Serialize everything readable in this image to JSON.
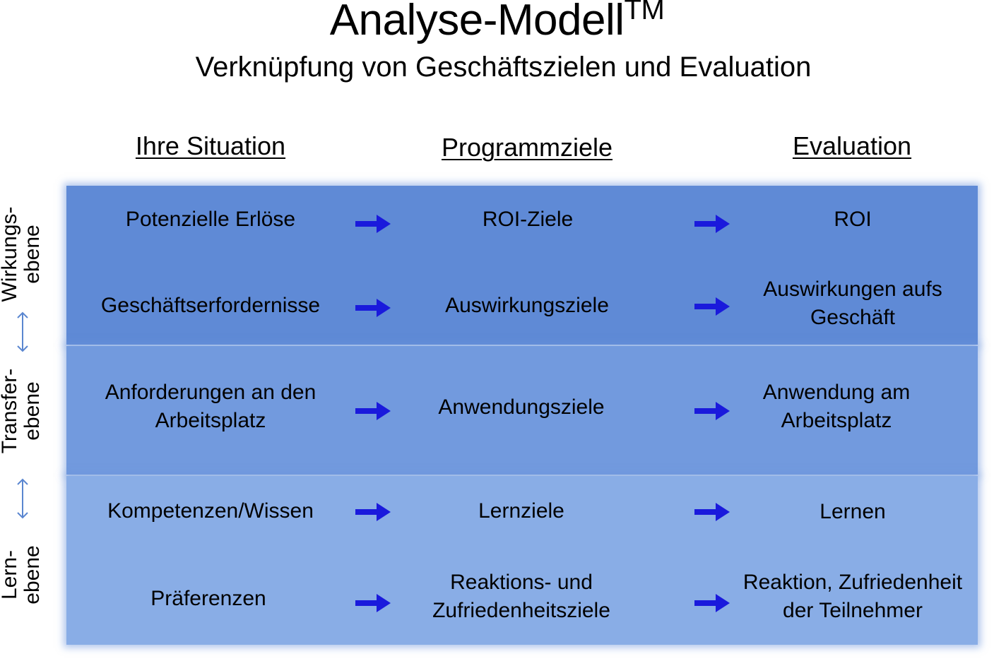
{
  "title": "Analyse-Modell",
  "title_mark": "TM",
  "subtitle": "Verknüpfung von Geschäftszielen und Evaluation",
  "columns": [
    "Ihre Situation",
    "Programmziele",
    "Evaluation"
  ],
  "levels": [
    {
      "line1": "Wirkungs-",
      "line2": "ebene"
    },
    {
      "line1": "Transfer-",
      "line2": "ebene"
    },
    {
      "line1": "Lern-",
      "line2": "ebene"
    }
  ],
  "rows": [
    {
      "situation": [
        "Potenzielle  Erlöse"
      ],
      "program": [
        "ROI-Ziele"
      ],
      "evaluation": [
        "ROI"
      ]
    },
    {
      "situation": [
        "Geschäftserfordernisse"
      ],
      "program": [
        "Auswirkungsziele"
      ],
      "evaluation": [
        "Auswirkungen aufs",
        "Geschäft"
      ]
    },
    {
      "situation": [
        "Anforderungen  an den",
        "Arbeitsplatz"
      ],
      "program": [
        "Anwendungsziele"
      ],
      "evaluation": [
        "Anwendung am",
        "Arbeitsplatz"
      ]
    },
    {
      "situation": [
        "Kompetenzen/Wissen"
      ],
      "program": [
        "Lernziele"
      ],
      "evaluation": [
        "Lernen"
      ]
    },
    {
      "situation": [
        "Präferenzen"
      ],
      "program": [
        "Reaktions- und",
        "Zufriedenheitsziele"
      ],
      "evaluation": [
        "Reaktion, Zufriedenheit",
        "der Teilnehmer"
      ]
    }
  ],
  "colors": {
    "band_top": "#5f8ad6",
    "band_mid": "#729ade",
    "band_bottom": "#89ade6",
    "arrow": "#1a1adc",
    "double_arrow": "#5a86d0"
  }
}
